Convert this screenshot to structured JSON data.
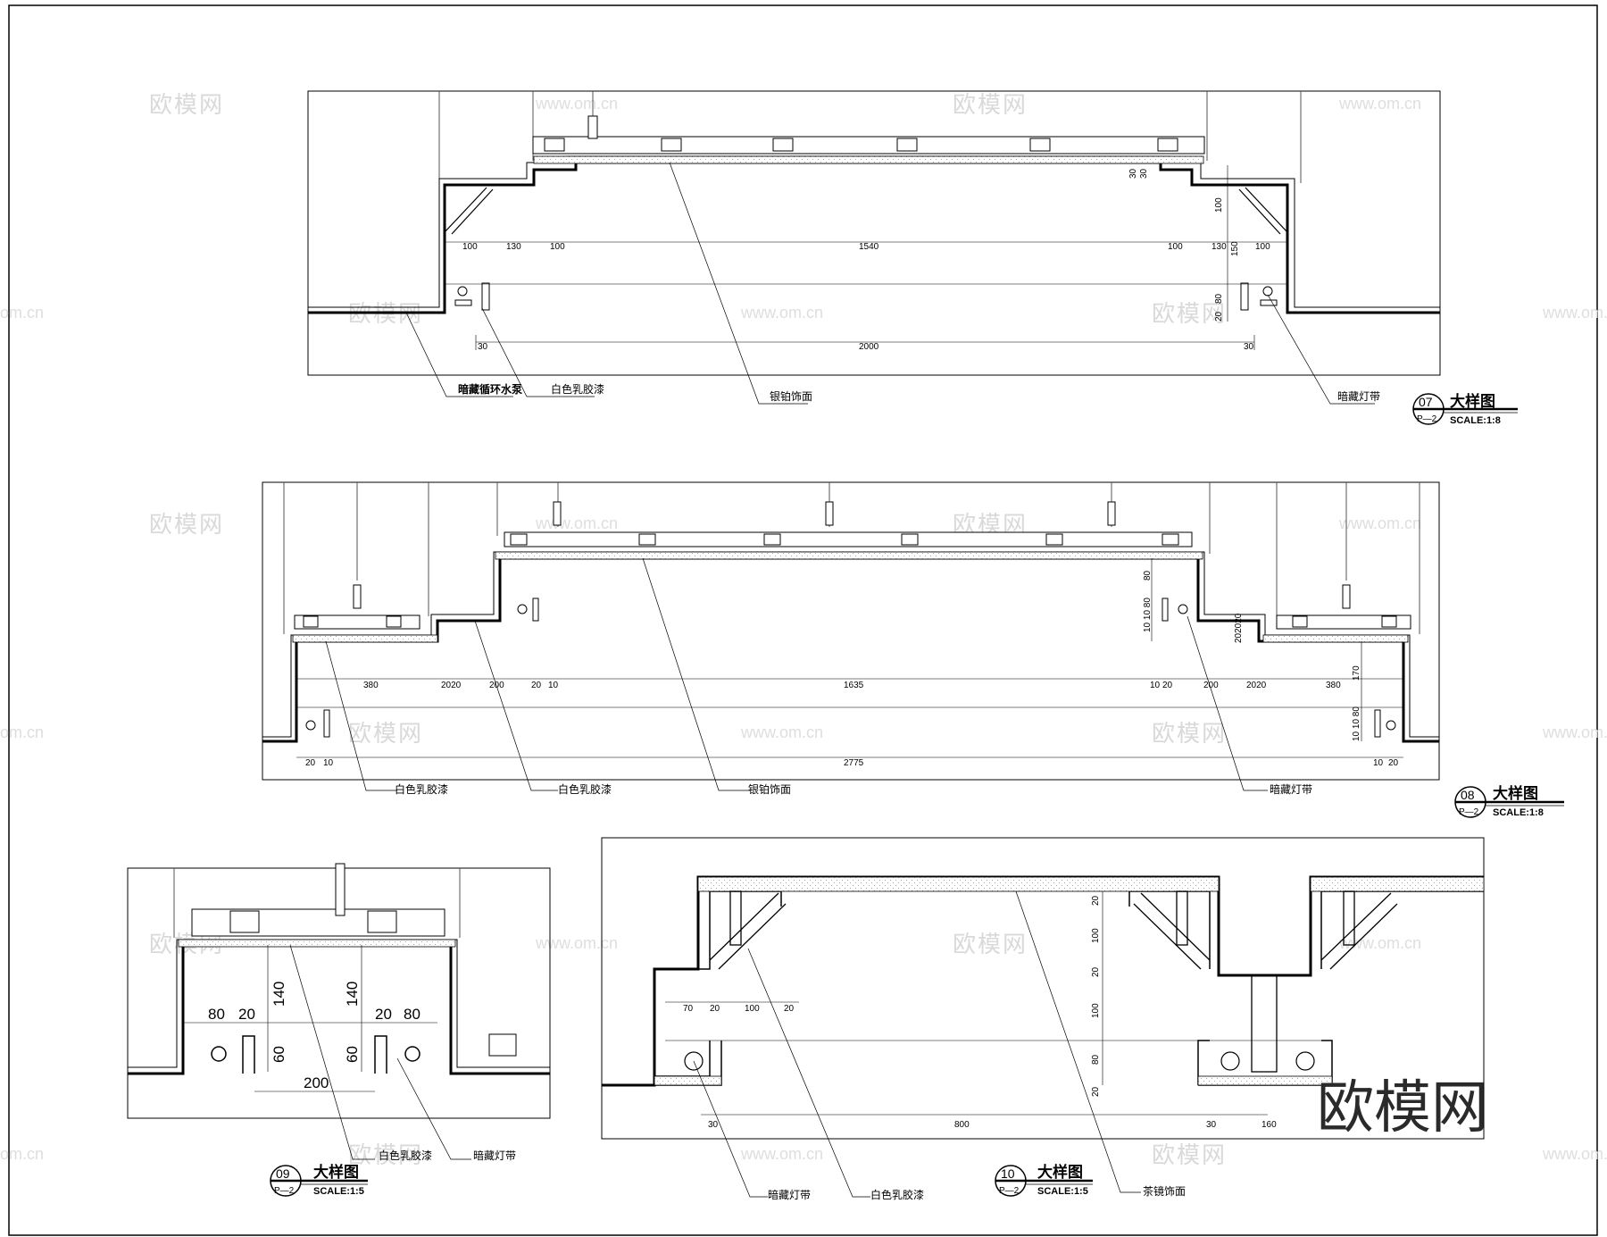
{
  "watermark": {
    "brand": "欧模网",
    "url": "www.om.cn",
    "url_fragment": "om.cn"
  },
  "detail_07": {
    "number": "07",
    "sheet": "P—2",
    "title": "大样图",
    "scale": "SCALE:1:8",
    "dims": {
      "a": "100",
      "b": "130",
      "c": "100",
      "mid": "1540",
      "d": "100",
      "e": "130",
      "f": "100",
      "total": "2000",
      "left30": "30",
      "right30": "30",
      "v30a": "30",
      "v30b": "30",
      "v100": "100",
      "v150": "150",
      "v80": "80",
      "v20": "20"
    },
    "labels": {
      "pump": "暗藏循环水泵",
      "white_paint": "白色乳胶漆",
      "silver_leaf": "银铂饰面",
      "hidden_light": "暗藏灯带"
    }
  },
  "detail_08": {
    "number": "08",
    "sheet": "P—2",
    "title": "大样图",
    "scale": "SCALE:1:8",
    "dims": {
      "l380": "380",
      "l2020": "2020",
      "l200": "200",
      "l20": "20",
      "l10": "10",
      "mid": "1635",
      "r10": "10",
      "r20": "20",
      "r200": "200",
      "r2020": "2020",
      "r380": "380",
      "total": "2775",
      "bl20": "20",
      "bl10": "10",
      "br10": "10",
      "br20": "20",
      "v80": "80",
      "v101080": "10 10 80",
      "v202020": "202020",
      "v170": "170",
      "v101080b": "10 10 80"
    },
    "labels": {
      "white_paint_1": "白色乳胶漆",
      "white_paint_2": "白色乳胶漆",
      "silver_leaf": "银铂饰面",
      "hidden_light": "暗藏灯带"
    }
  },
  "detail_09": {
    "number": "09",
    "sheet": "P—2",
    "title": "大样图",
    "scale": "SCALE:1:5",
    "dims": {
      "l80": "80",
      "l20": "20",
      "r20": "20",
      "r80": "80",
      "v140a": "140",
      "v140b": "140",
      "v60a": "60",
      "v60b": "60",
      "w200": "200"
    },
    "labels": {
      "white_paint": "白色乳胶漆",
      "hidden_light": "暗藏灯带"
    }
  },
  "detail_10": {
    "number": "10",
    "sheet": "P—2",
    "title": "大样图",
    "scale": "SCALE:1:5",
    "dims": {
      "h70": "70",
      "h20a": "20",
      "h100": "100",
      "h20b": "20",
      "w800": "800",
      "w30a": "30",
      "w30b": "30",
      "w160": "160",
      "v20a": "20",
      "v100a": "100",
      "v20b": "20",
      "v100b": "100",
      "v80": "80",
      "v20c": "20"
    },
    "labels": {
      "hidden_light": "暗藏灯带",
      "white_paint": "白色乳胶漆",
      "tea_mirror": "茶镜饰面"
    }
  }
}
